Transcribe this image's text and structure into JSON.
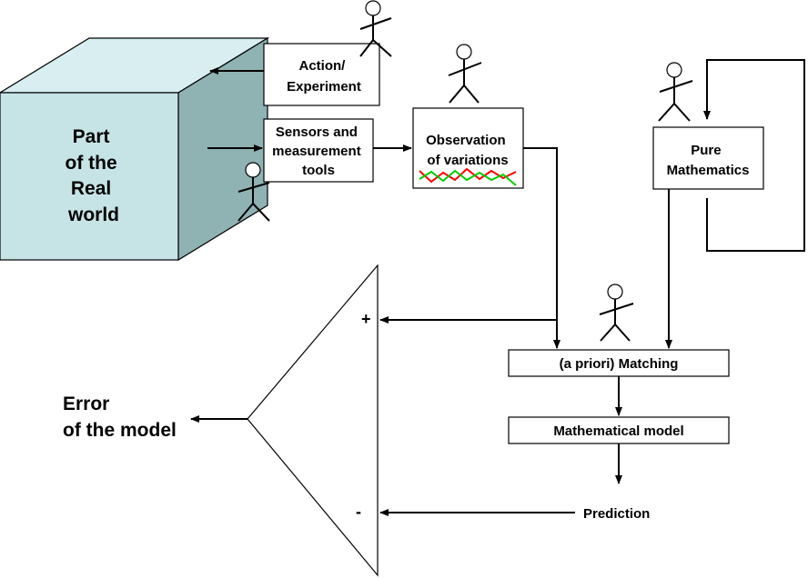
{
  "cube": {
    "lines": [
      "Part",
      "of the",
      "Real",
      "world"
    ],
    "front_color": "#c6e4e6",
    "top_color": "#d8eef0",
    "side_color": "#8fb2b3"
  },
  "action_box": {
    "lines": [
      "Action/",
      "Experiment"
    ]
  },
  "sensors_box": {
    "lines": [
      "Sensors and",
      "measurement",
      "tools"
    ]
  },
  "observation_box": {
    "lines": [
      "Observation",
      "of variations"
    ],
    "wave_colors": [
      "#ff0000",
      "#00cc00"
    ]
  },
  "pure_math_box": {
    "lines": [
      "Pure",
      "Mathematics"
    ]
  },
  "matching_box": {
    "label": "(a priori) Matching"
  },
  "model_box": {
    "label": "Mathematical model"
  },
  "prediction": {
    "label": "Prediction"
  },
  "comparator": {
    "plus": "+",
    "minus": "-"
  },
  "error": {
    "lines": [
      "Error",
      "of the model"
    ]
  }
}
